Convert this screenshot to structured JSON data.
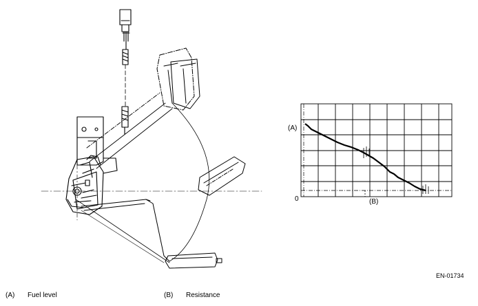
{
  "figure_code": "EN-01734",
  "chart": {
    "y_marker": "(A)",
    "x_marker": "(B)",
    "origin_label": "0"
  },
  "legend": [
    {
      "key": "(A)",
      "text": "Fuel level"
    },
    {
      "key": "(B)",
      "text": "Resistance"
    }
  ]
}
